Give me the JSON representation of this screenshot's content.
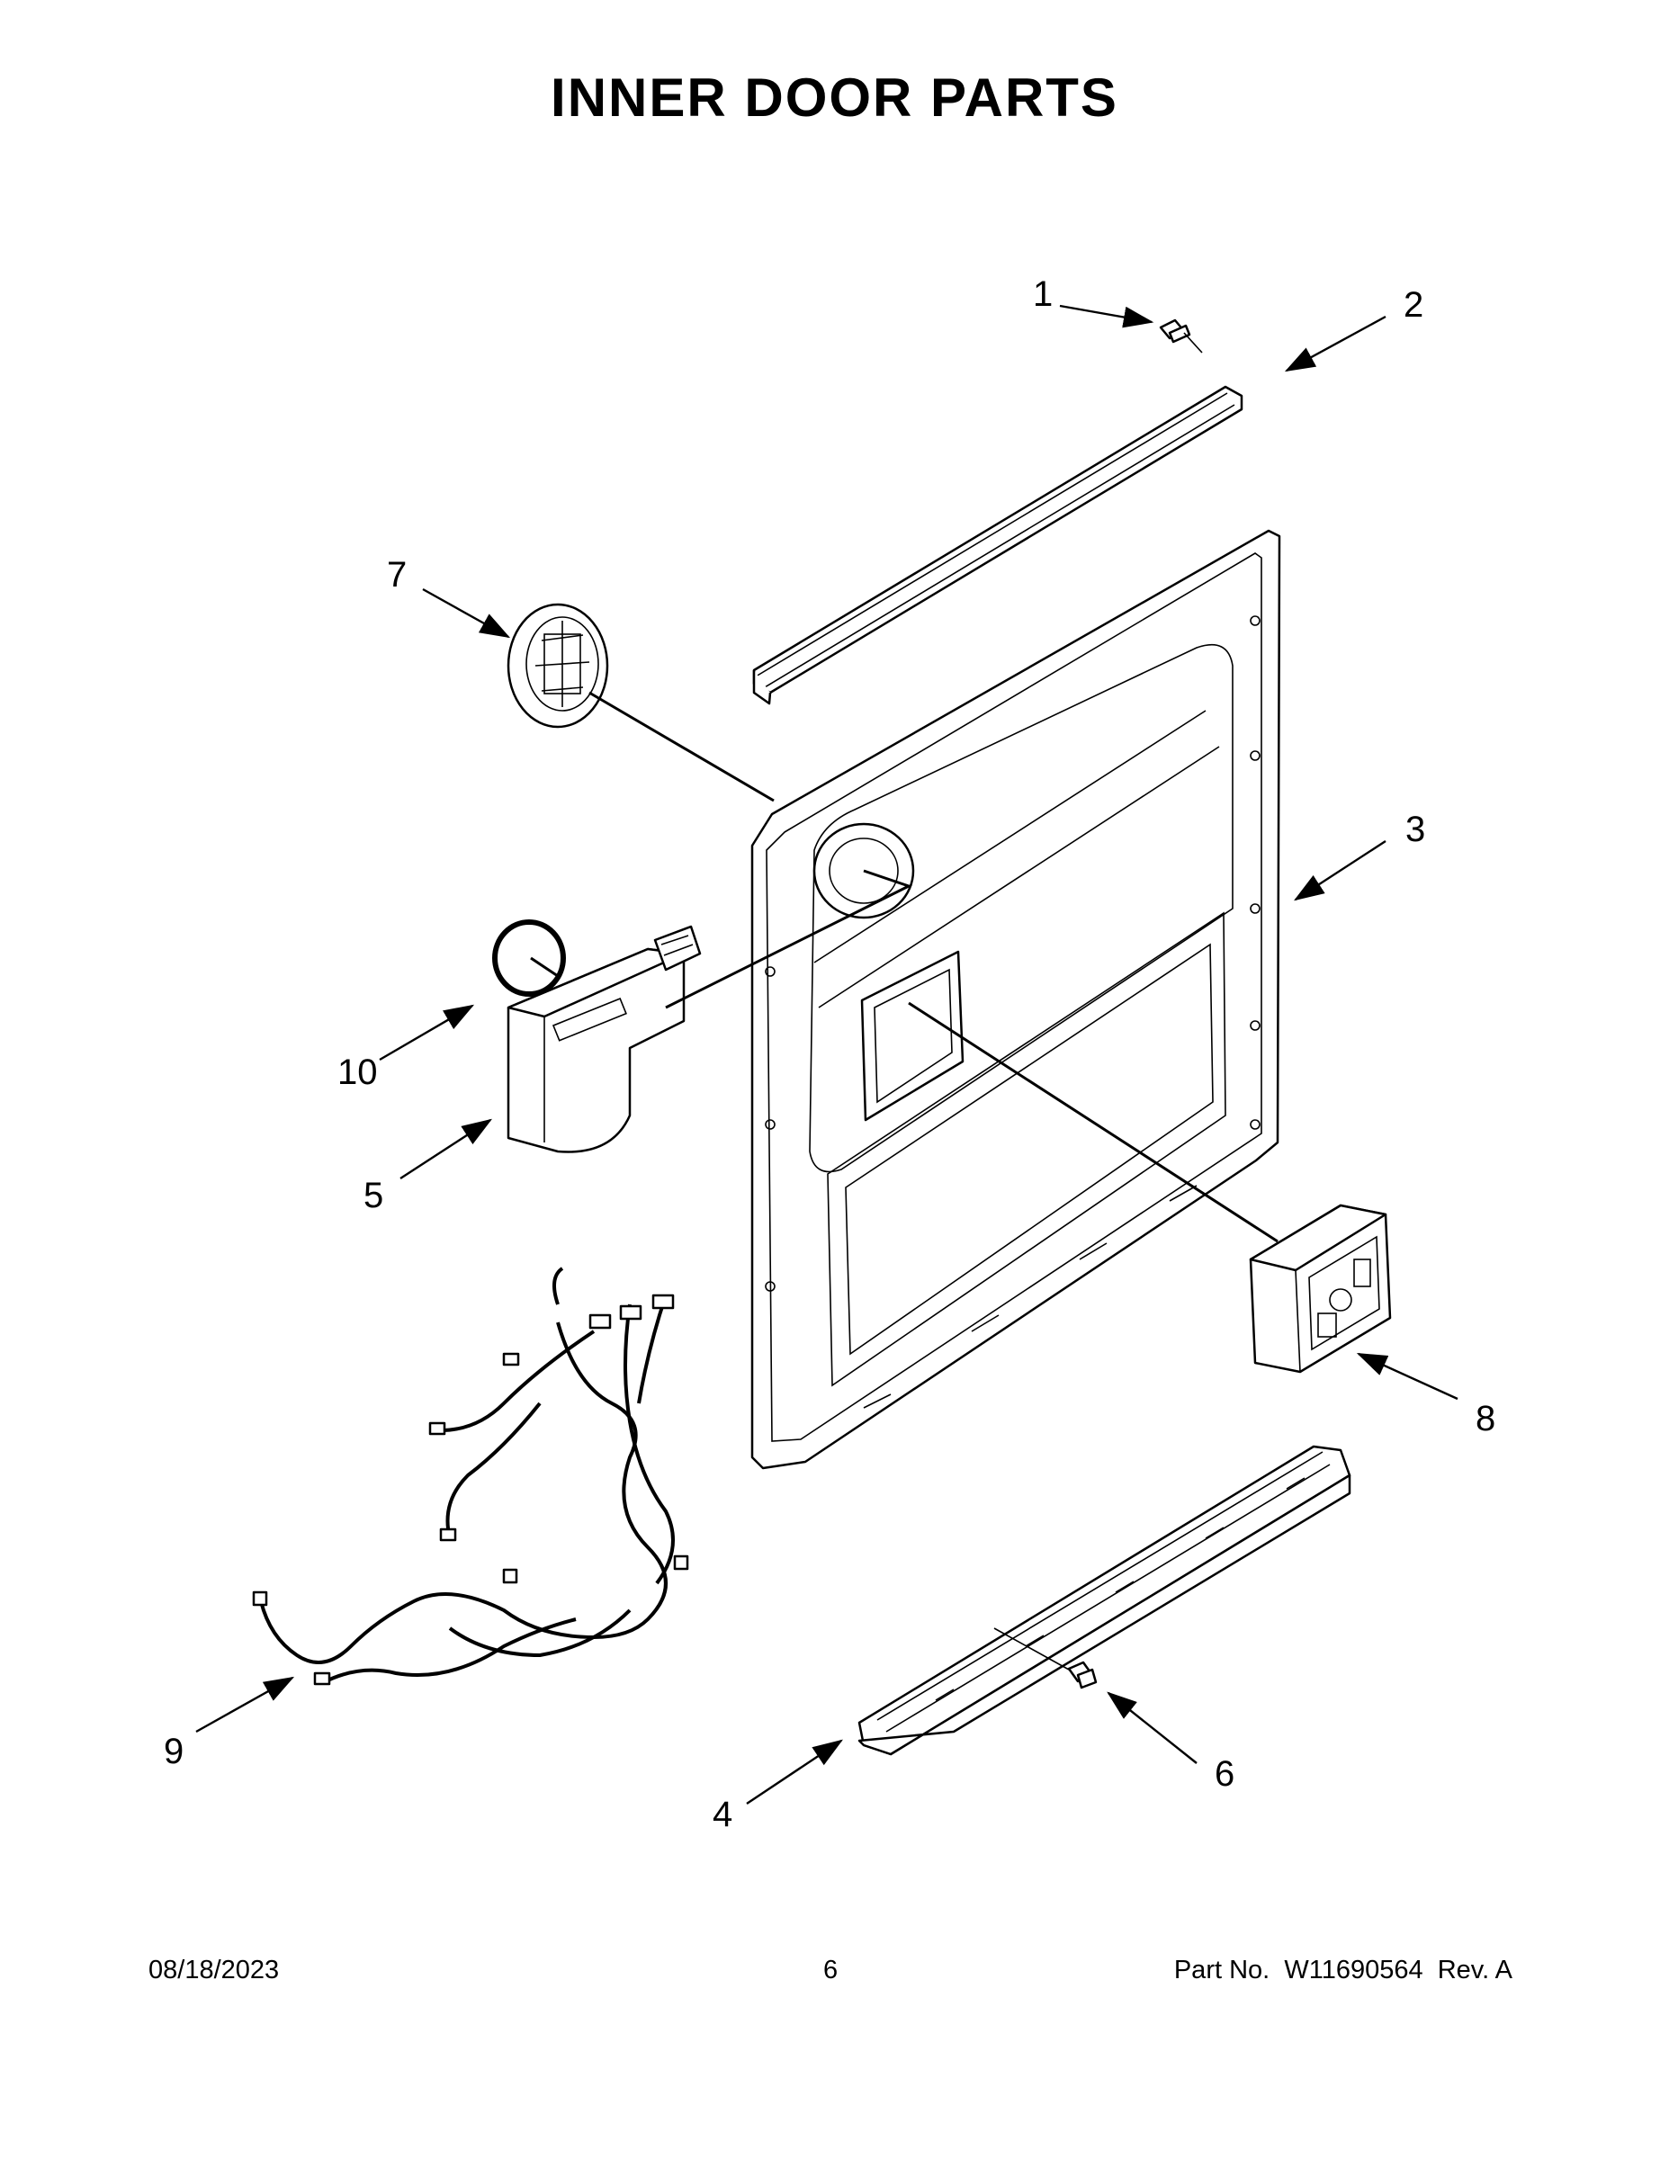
{
  "title": "INNER DOOR PARTS",
  "callouts": {
    "c1": "1",
    "c2": "2",
    "c3": "3",
    "c4": "4",
    "c5": "5",
    "c6": "6",
    "c7": "7",
    "c8": "8",
    "c9": "9",
    "c10": "10"
  },
  "footer": {
    "date": "08/18/2023",
    "page": "6",
    "part_label": "Part No.",
    "part_number": "W11690564",
    "rev": "Rev.  A"
  }
}
